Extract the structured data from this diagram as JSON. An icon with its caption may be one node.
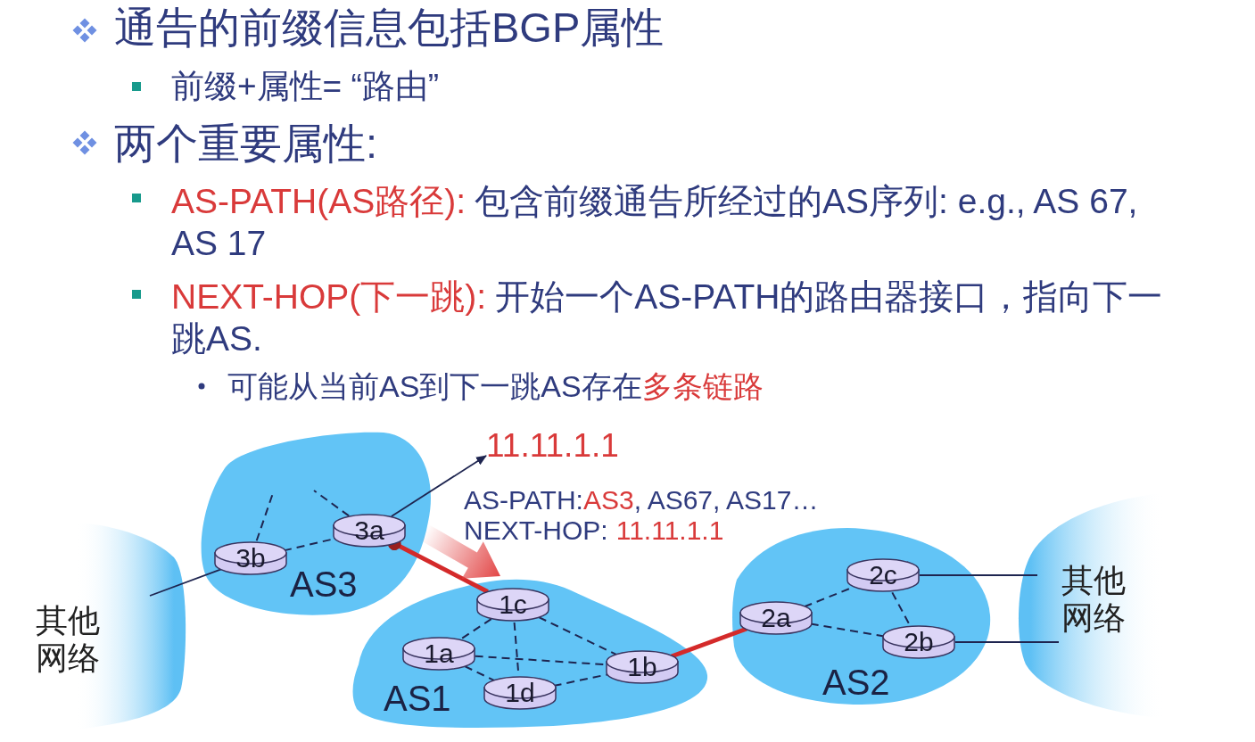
{
  "diagram": {
    "nodes": [
      {
        "text": [
          "其他网络"
        ]
      },
      {
        "text": [
          "AS3"
        ]
      },
      {
        "text": [
          "3b"
        ],
        "in": 1
      },
      {
        "text": [
          "3a"
        ],
        "in": 1
      },
      {
        "text": [
          "11.11.1.1"
        ]
      },
      {
        "text": [
          "AS1"
        ]
      },
      {
        "text": [
          "1c"
        ],
        "in": 5
      },
      {
        "text": [
          "1a"
        ],
        "in": 5
      },
      {
        "text": [
          "1d"
        ],
        "in": 5
      },
      {
        "text": [
          "1b"
        ],
        "in": 5
      },
      {
        "text": [
          "AS2"
        ]
      },
      {
        "text": [
          "2a"
        ],
        "in": 10
      },
      {
        "text": [
          "2c"
        ],
        "in": 10
      },
      {
        "text": [
          "2b"
        ],
        "in": 10
      },
      {
        "text": [
          "其他网络"
        ]
      }
    ],
    "edges": [
      {
        "from": 2,
        "to": null,
        "arrow": "none",
        "style": "dashed"
      },
      {
        "from": 3,
        "to": null,
        "arrow": "none",
        "style": "dashed"
      },
      {
        "from": 2,
        "to": 3,
        "arrow": "none",
        "style": "dashed"
      },
      {
        "from": 2,
        "to": 0,
        "arrow": "none"
      },
      {
        "from": 3,
        "to": 4,
        "arrow": "to"
      },
      {
        "from": 3,
        "to": 6,
        "arrow": "other",
        "style": "thick",
        "color": "#d42a2a"
      },
      {
        "from": 6,
        "to": 7,
        "arrow": "none",
        "style": "dashed"
      },
      {
        "from": 6,
        "to": 8,
        "arrow": "none",
        "style": "dashed"
      },
      {
        "from": 6,
        "to": 9,
        "arrow": "none",
        "style": "dashed"
      },
      {
        "from": 7,
        "to": 9,
        "arrow": "none",
        "style": "dashed"
      },
      {
        "from": 7,
        "to": 8,
        "arrow": "none",
        "style": "dashed"
      },
      {
        "from": 8,
        "to": 9,
        "arrow": "none",
        "style": "dashed"
      },
      {
        "from": 9,
        "to": 11,
        "arrow": "none",
        "style": "thick",
        "color": "#d42a2a"
      },
      {
        "from": 11,
        "to": 12,
        "arrow": "none",
        "style": "dashed"
      },
      {
        "from": 11,
        "to": 13,
        "arrow": "none",
        "style": "dashed"
      },
      {
        "from": 12,
        "to": 13,
        "arrow": "none",
        "style": "dashed"
      },
      {
        "from": 12,
        "to": 14,
        "arrow": "none"
      },
      {
        "from": 13,
        "to": 14,
        "arrow": "none"
      },
      {
        "from": 3,
        "to": 6,
        "arrow": "to",
        "style": "thick",
        "color": "#e24646"
      }
    ],
    "labels": [
      "通告的前缀信息包括BGP属性",
      "前缀+属性= “路由”",
      "两个重要属性:",
      "AS-PATH(AS路径):",
      "包含前缀通告所经过的AS序列: e.g., AS 67, AS 17",
      "NEXT-HOP(下一跳):",
      "开始一个AS-PATH的路由器接口，指向下一跳AS.",
      "可能从当前AS到下一跳AS存在",
      "多条链路",
      "AS-PATH:",
      "AS3",
      ", AS67, AS17…",
      "NEXT-HOP:",
      "11.11.1.1"
    ]
  }
}
